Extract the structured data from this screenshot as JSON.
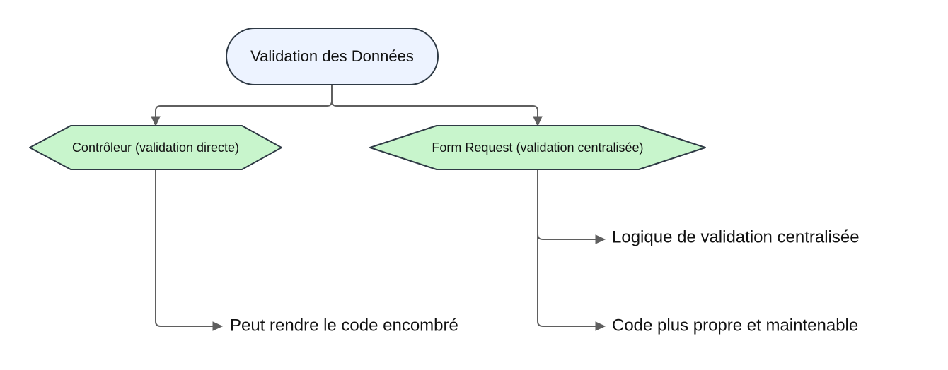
{
  "colors": {
    "root_fill": "#edf3ff",
    "root_stroke": "#2f3a45",
    "hex_fill": "#c8f5cc",
    "hex_stroke": "#2f3a45",
    "connector": "#5f5f5f"
  },
  "nodes": {
    "root": {
      "label": "Validation des Données"
    },
    "controller": {
      "label": "Contrôleur (validation directe)"
    },
    "form_request": {
      "label": "Form Request (validation centralisée)"
    }
  },
  "leaves": {
    "controller_note": {
      "label": "Peut rendre le code encombré"
    },
    "form_request_note_1": {
      "label": "Logique de validation centralisée"
    },
    "form_request_note_2": {
      "label": "Code plus propre et maintenable"
    }
  }
}
